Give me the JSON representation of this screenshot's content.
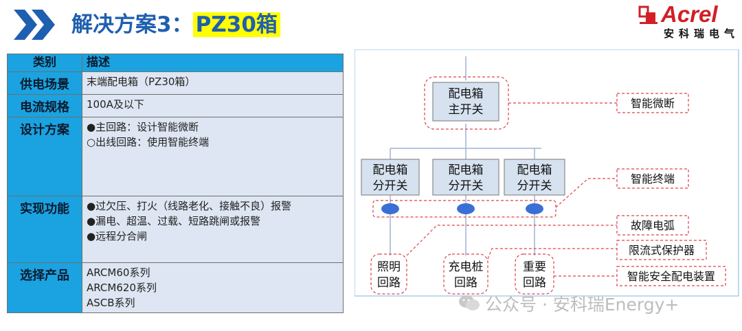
{
  "header": {
    "title_prefix": "解决方案3：",
    "title_highlight": "PZ30箱"
  },
  "logo": {
    "word": "Acrel",
    "sub": "安科瑞电气"
  },
  "table": {
    "headers": [
      "类别",
      "描述"
    ],
    "rows": [
      {
        "label": "供电场景",
        "lines": [
          "末端配电箱（PZ30箱）"
        ]
      },
      {
        "label": "电流规格",
        "lines": [
          "100A及以下"
        ]
      },
      {
        "label": "设计方案",
        "lines": [
          "●主回路：设计智能微断",
          "○出线回路：使用智能终端"
        ]
      },
      {
        "label": "实现功能",
        "lines": [
          "●过欠压、打火（线路老化、接触不良）报警",
          "●漏电、超温、过载、短路跳闸或报警",
          "●远程分合闸"
        ]
      },
      {
        "label": "选择产品",
        "lines": [
          "ARCM60系列",
          "ARCM620系列",
          "ASCB系列"
        ]
      }
    ]
  },
  "diagram": {
    "main_box": [
      "配电箱",
      "主开关"
    ],
    "sub_boxes": [
      [
        "配电箱",
        "分开关"
      ],
      [
        "配电箱",
        "分开关"
      ],
      [
        "配电箱",
        "分开关"
      ]
    ],
    "circuits": [
      [
        "照明",
        "回路"
      ],
      [
        "充电桩",
        "回路"
      ],
      [
        "重要",
        "回路"
      ]
    ],
    "labels": [
      "智能微断",
      "智能终端",
      "故障电弧",
      "限流式保护器",
      "智能安全配电装置"
    ]
  },
  "watermark": "公众号 · 安科瑞Energy+",
  "colors": {
    "accent_blue": "#1f5fb0",
    "table_header": "#1aa3e0",
    "table_body": "#dde6f2",
    "box_fill": "#d6e2f0",
    "dash_red": "#e0414b",
    "node_blue": "#3a6fd6",
    "logo_red": "#d21f26"
  }
}
